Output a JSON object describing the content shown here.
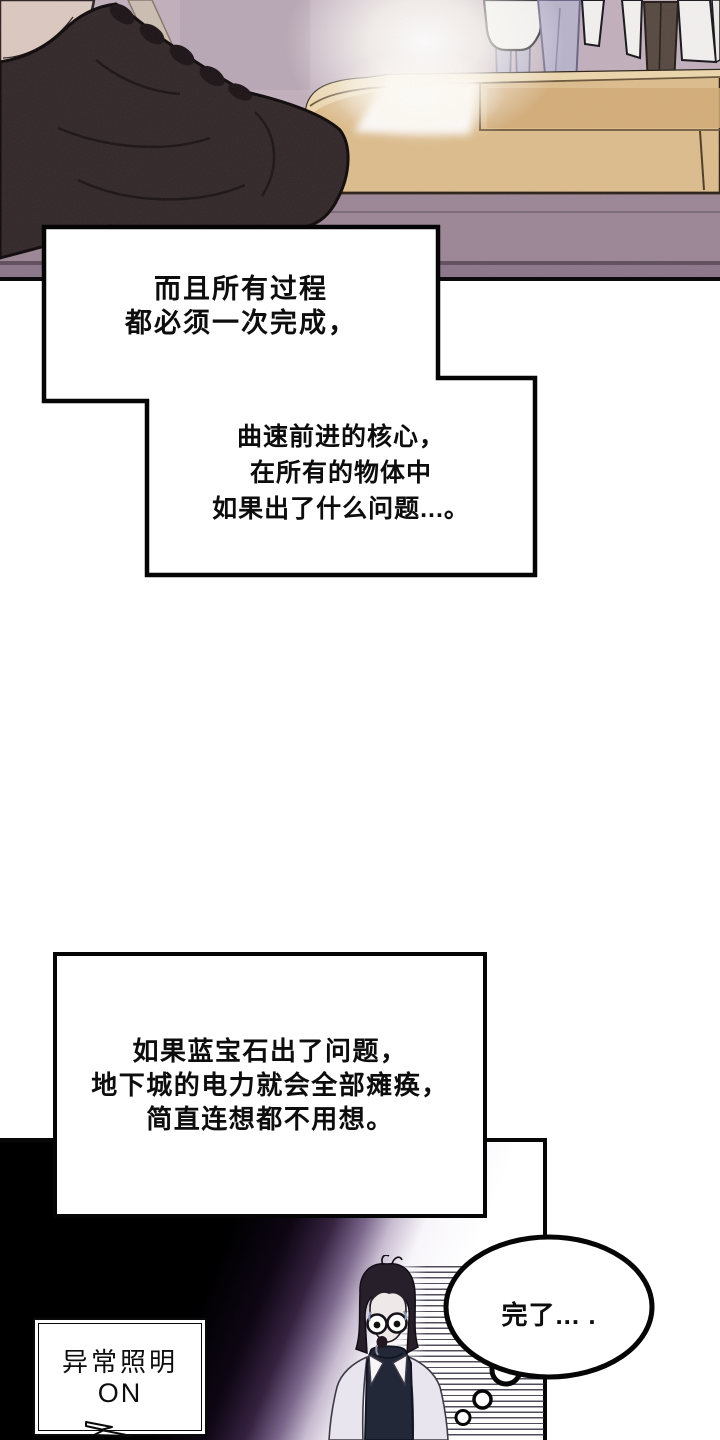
{
  "panel_top": {
    "description": "foot stomping beside glowing platform, scientists in lab coats standing behind"
  },
  "speech1": {
    "lines": [
      "而且所有过程",
      "都必须一次完成，"
    ]
  },
  "speech2": {
    "lines": [
      "曲速前进的核心，",
      "在所有的物体中",
      "如果出了什么问题...。"
    ]
  },
  "speech3": {
    "lines": [
      "如果蓝宝石出了问题，",
      "地下城的电力就会全部瘫痪，",
      "简直连想都不用想。"
    ]
  },
  "thought": {
    "text": "完了... ."
  },
  "sign": {
    "lines": [
      "异常照明",
      "ON"
    ]
  },
  "colors": {
    "ink": "#0b0b0b",
    "page_bg": "#ffffff",
    "wall": "#c2b1bd",
    "platform_tan": "#e0c091",
    "platform_light": "#ecd7ad",
    "floor_purple": "#9c8695",
    "shoe_dark": "#302628",
    "cuff_cream": "#dcc9c0",
    "coat_white": "#f3f1ef",
    "pants_lavender": "#b7b2c9",
    "dark_panel_black": "#000000",
    "glow_purple": "#7c688d",
    "character_coat": "#e9e5ee",
    "turtleneck_navy": "#232838"
  }
}
